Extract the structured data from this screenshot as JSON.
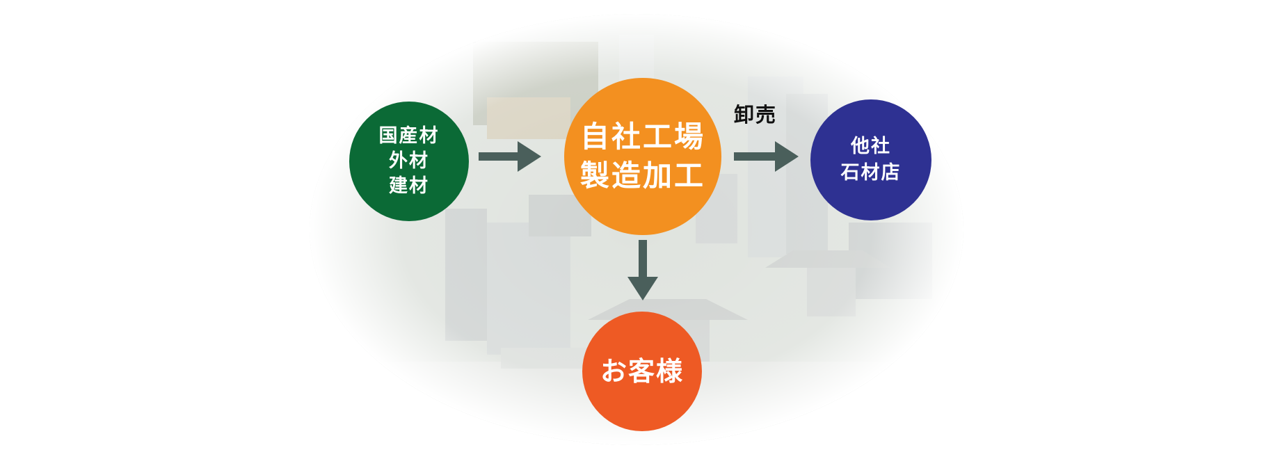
{
  "colors": {
    "source": "#0b6a36",
    "factory": "#f39020",
    "retail": "#2e3192",
    "customer": "#ee5a24",
    "arrow": "#4a5f5b"
  },
  "nodes": {
    "source": {
      "lines": [
        "国産材",
        "外材",
        "建材"
      ]
    },
    "factory": {
      "lines": [
        "自社工場",
        "製造加工"
      ]
    },
    "retail": {
      "lines": [
        "他社",
        "石材店"
      ]
    },
    "customer": {
      "lines": [
        "お客様"
      ]
    }
  },
  "edges": {
    "wholesale_label": "卸売"
  }
}
